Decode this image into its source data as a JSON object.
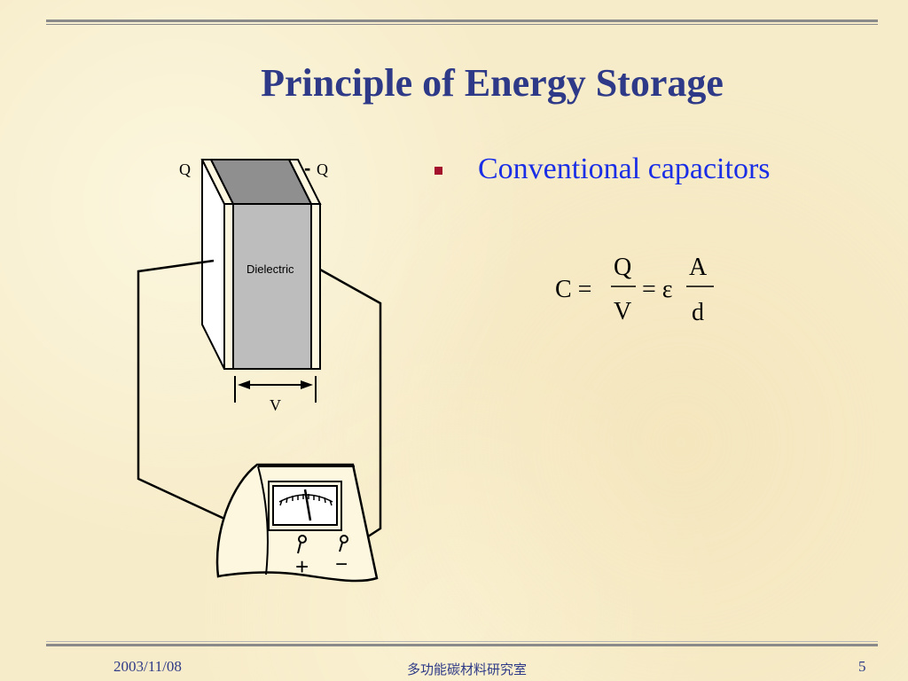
{
  "slide": {
    "title": "Principle of Energy Storage",
    "bullet": "Conventional capacitors"
  },
  "formula": {
    "lhs": "C =",
    "frac1_num": "Q",
    "frac1_den": "V",
    "eq2": "= ε",
    "frac2_num": "A",
    "frac2_den": "d"
  },
  "diagram": {
    "charge_pos": "Q",
    "charge_neg_sign": "-",
    "charge_neg": "Q",
    "dielectric": "Dielectric",
    "voltage": "V",
    "meter_plus": "+",
    "meter_minus": "−"
  },
  "footer": {
    "date": "2003/11/08",
    "org": "多功能碳材料研究室",
    "page": "5"
  },
  "colors": {
    "title": "#2e3a87",
    "bullet_text": "#1a2ee6",
    "bullet_marker": "#a4112c",
    "dielectric": "#bdbdbd"
  }
}
